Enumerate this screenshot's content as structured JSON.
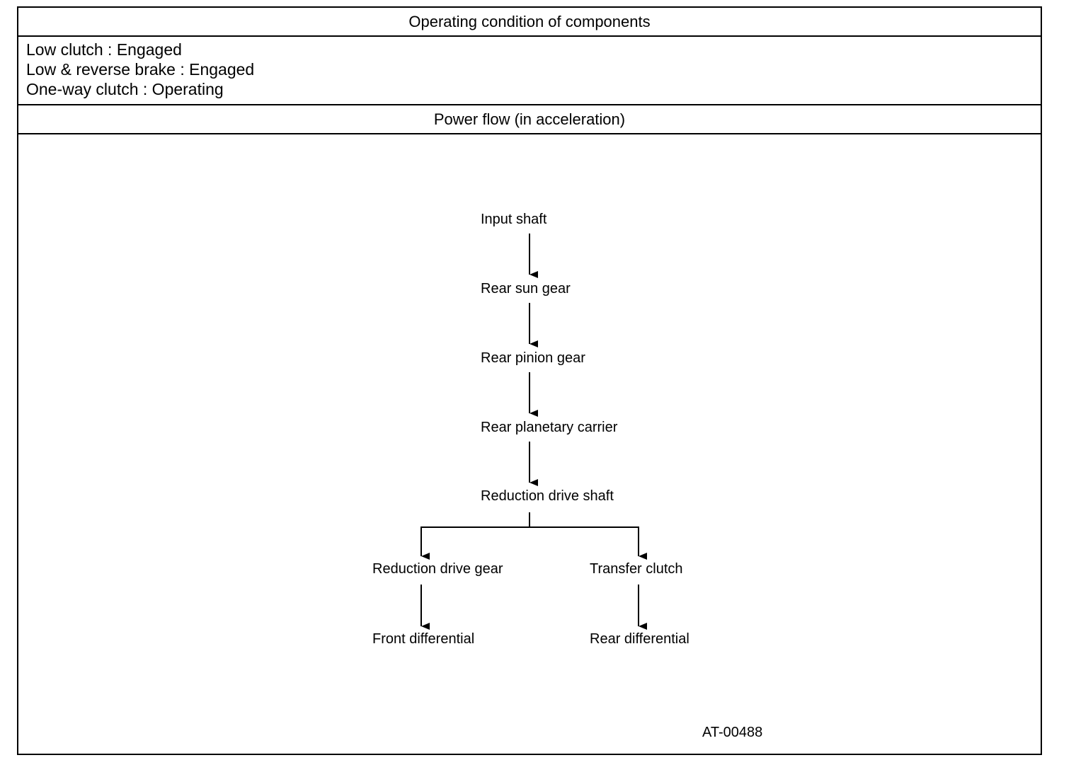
{
  "table": {
    "header_conditions": "Operating condition of components",
    "conditions": [
      "Low clutch : Engaged",
      "Low & reverse brake : Engaged",
      "One-way clutch : Operating"
    ],
    "header_flow": "Power flow (in acceleration)"
  },
  "flow": {
    "nodes": [
      "Input shaft",
      "Rear sun gear",
      "Rear pinion gear",
      "Rear planetary carrier",
      "Reduction drive shaft",
      "Reduction drive gear",
      "Transfer clutch",
      "Front differential",
      "Rear differential"
    ],
    "edges": [
      [
        "Input shaft",
        "Rear sun gear"
      ],
      [
        "Rear sun gear",
        "Rear pinion gear"
      ],
      [
        "Rear pinion gear",
        "Rear planetary carrier"
      ],
      [
        "Rear planetary carrier",
        "Reduction drive shaft"
      ],
      [
        "Reduction drive shaft",
        "Reduction drive gear"
      ],
      [
        "Reduction drive shaft",
        "Transfer clutch"
      ],
      [
        "Reduction drive gear",
        "Front differential"
      ],
      [
        "Transfer clutch",
        "Rear differential"
      ]
    ]
  },
  "figure_id": "AT-00488"
}
